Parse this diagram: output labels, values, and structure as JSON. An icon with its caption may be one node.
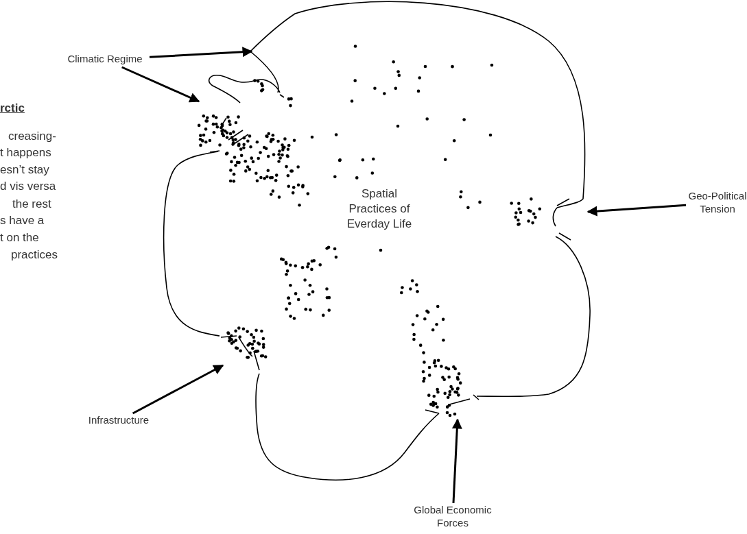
{
  "diagram": {
    "nodes": [
      {
        "text": [
          "Climatic Regime"
        ]
      },
      {
        "text": [
          "Spatial Practices of Everday Life"
        ]
      },
      {
        "text": [
          "Geo-Political Tension"
        ]
      },
      {
        "text": [
          "Infrastructure"
        ]
      },
      {
        "text": [
          "Global Economic Forces"
        ]
      }
    ],
    "edges": [
      {
        "from": 0,
        "to": 1,
        "arrow": "to"
      },
      {
        "from": 0,
        "to": 1,
        "arrow": "to"
      },
      {
        "from": 2,
        "to": 1,
        "arrow": "to"
      },
      {
        "from": 3,
        "to": 1,
        "arrow": "to"
      },
      {
        "from": 4,
        "to": 1,
        "arrow": "to"
      }
    ],
    "labels": [
      "rctic",
      "creasing-",
      "t happens",
      "esn’t stay",
      "d vis versa",
      "the rest",
      "s have a",
      "t on the",
      "practices"
    ]
  }
}
